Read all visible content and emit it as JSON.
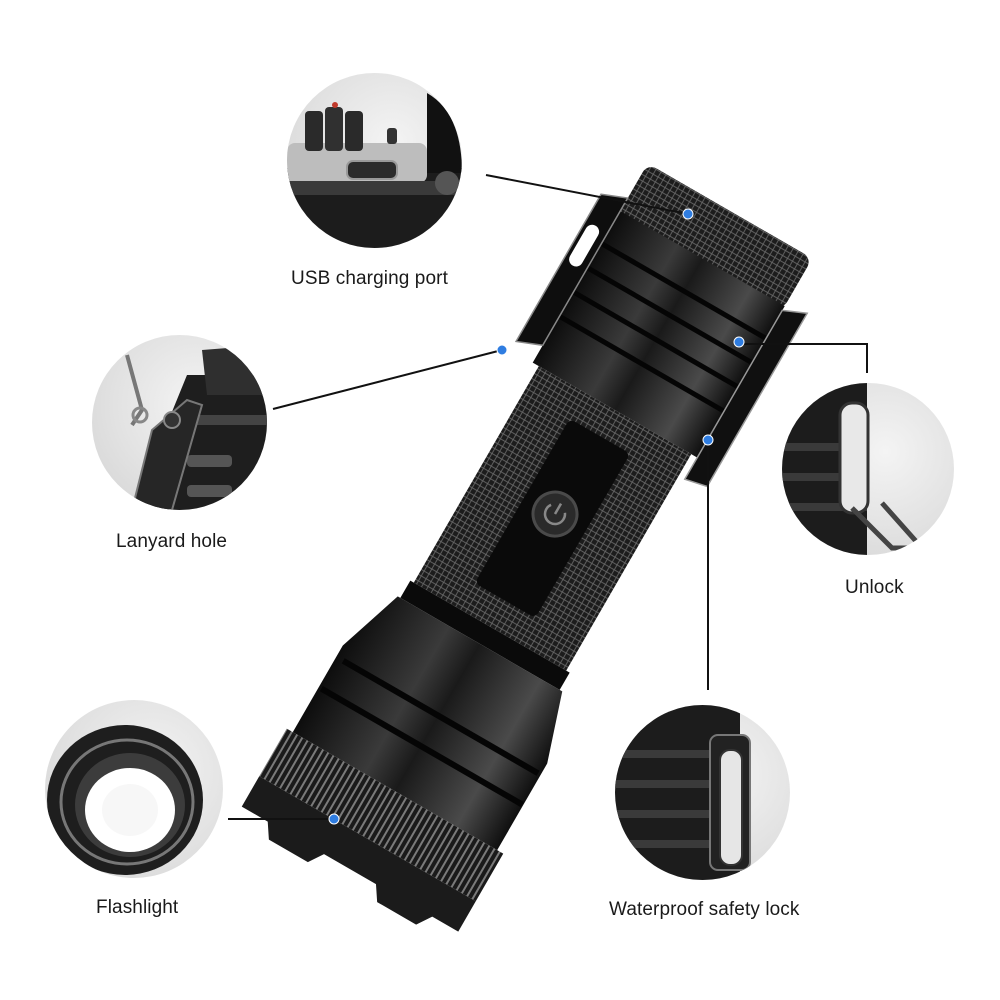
{
  "image": {
    "subject": "Tactical LED flashlight feature diagram",
    "background": "#ffffff"
  },
  "callouts": [
    {
      "id": "usb",
      "label": "USB charging port",
      "detail_icon": "usb-port-closeup"
    },
    {
      "id": "lanyard",
      "label": "Lanyard hole",
      "detail_icon": "lanyard-closeup"
    },
    {
      "id": "unlock",
      "label": "Unlock",
      "detail_icon": "clip-unlocked-closeup"
    },
    {
      "id": "flashlight",
      "label": "Flashlight",
      "detail_icon": "lens-closeup"
    },
    {
      "id": "lock",
      "label": "Waterproof safety lock",
      "detail_icon": "clip-locked-closeup"
    }
  ],
  "colors": {
    "body": "#141414",
    "body_highlight": "#5a5a5a",
    "knurl": "#2a2a2a",
    "marker_dot": "#2f7de1",
    "leader_line": "#111111",
    "label_text": "#1a1a1a",
    "detail_bg": "#e0e0e0"
  },
  "icons": {
    "power_button": "power-icon"
  }
}
